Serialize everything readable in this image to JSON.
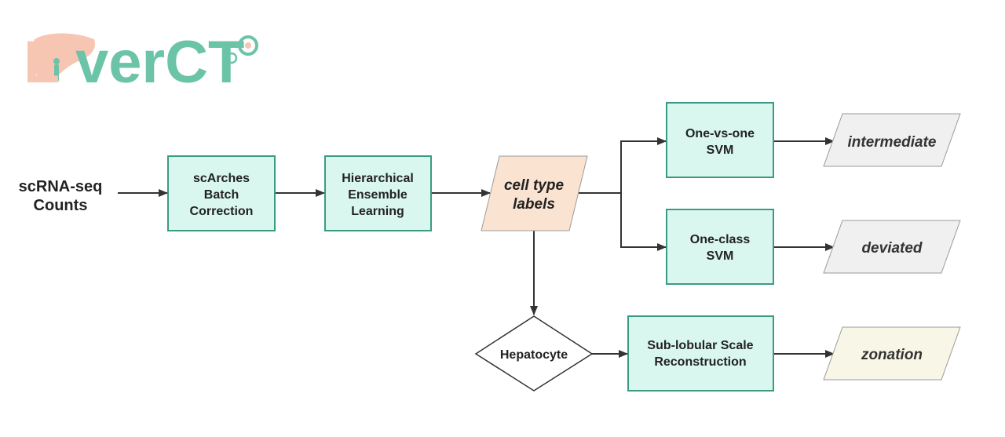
{
  "logo": {
    "text_left": "L",
    "text_right": "verCT",
    "color_left": "#f7c6b2",
    "color_right": "#6cc4a8",
    "icon": "liver-icon"
  },
  "input": {
    "line1": "scRNA-seq",
    "line2": "Counts"
  },
  "nodes": {
    "batch": {
      "line1": "scArches",
      "line2": "Batch",
      "line3": "Correction"
    },
    "ensemble": {
      "line1": "Hierarchical",
      "line2": "Ensemble",
      "line3": "Learning"
    },
    "labels": {
      "line1": "cell type",
      "line2": "labels"
    },
    "ovo": {
      "line1": "One-vs-one",
      "line2": "SVM"
    },
    "oneclass": {
      "line1": "One-class",
      "line2": "SVM"
    },
    "hepatocyte": {
      "label": "Hepatocyte"
    },
    "sublobular": {
      "line1": "Sub-lobular Scale",
      "line2": "Reconstruction"
    }
  },
  "outputs": {
    "intermediate": "intermediate",
    "deviated": "deviated",
    "zonation": "zonation"
  },
  "colors": {
    "process_fill": "#d9f7ee",
    "process_stroke": "#3b9b82",
    "label_fill": "#fbe3d2",
    "intermediate_fill": "#f0f0f0",
    "deviated_fill": "#f0f0f0",
    "zonation_fill": "#f8f6e6",
    "arrow": "#333333"
  }
}
